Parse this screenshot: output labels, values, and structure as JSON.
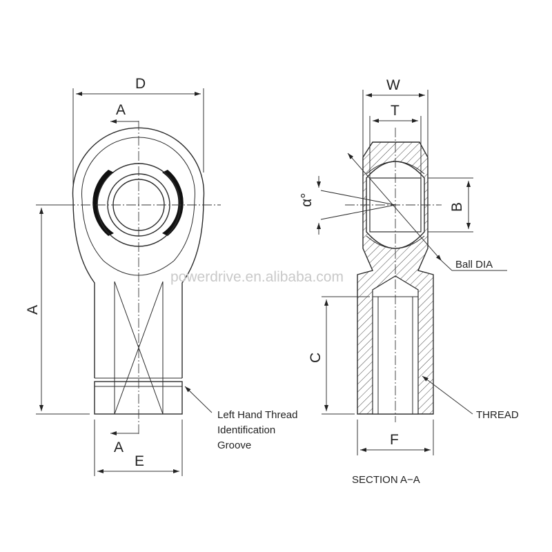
{
  "labels": {
    "D": "D",
    "A_top": "A",
    "A_bottom": "A",
    "A_length": "A",
    "E": "E",
    "W": "W",
    "T": "T",
    "B": "B",
    "C": "C",
    "F": "F",
    "alpha": "α°",
    "ball_dia": "Ball DIA",
    "thread": "THREAD",
    "groove_line1": "Left Hand Thread",
    "groove_line2": "Identification",
    "groove_line3": "Groove",
    "section": "SECTION  A−A",
    "watermark": "powerdrive.en.alibaba.com"
  }
}
